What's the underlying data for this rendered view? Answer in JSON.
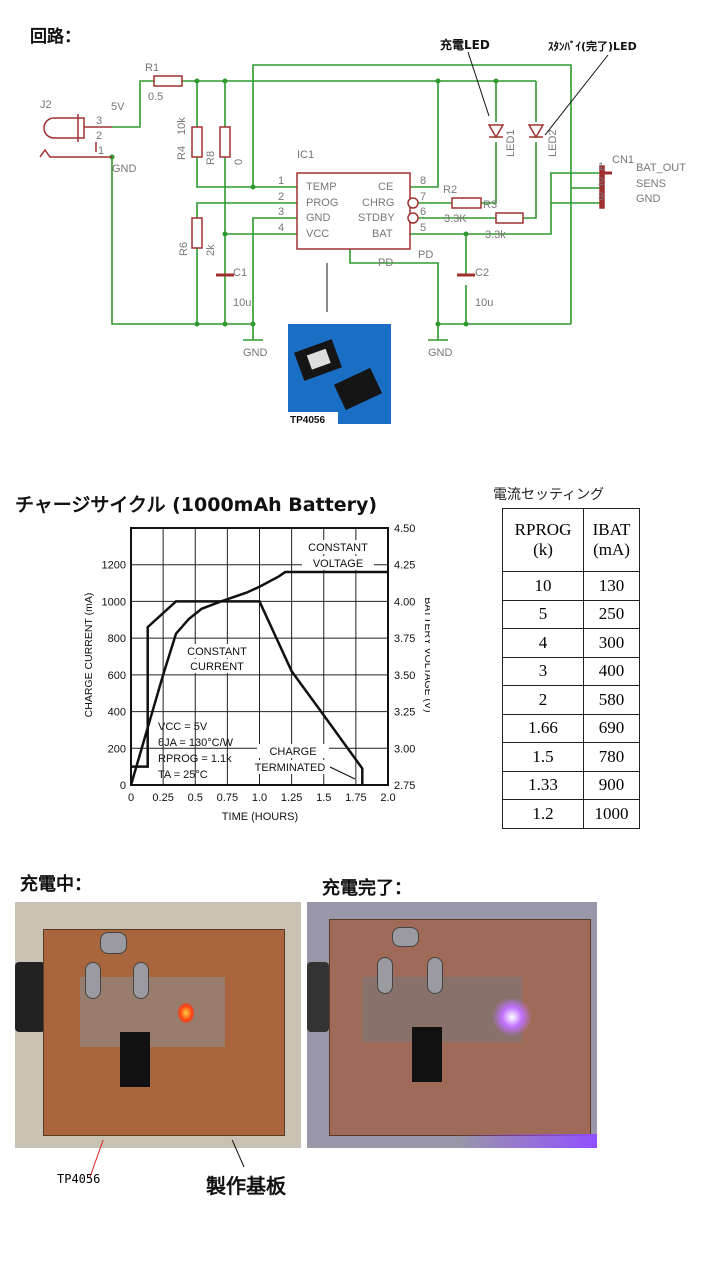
{
  "circuit": {
    "heading": "回路：",
    "labels": {
      "j2": "J2",
      "v5": "5V",
      "gnd": "GND",
      "r1": "R1",
      "r1_val": "0.5",
      "r4": "R4",
      "r4_val": "10k",
      "r8": "R8",
      "r8_val": "0",
      "r6": "R6",
      "r6_val": "2k",
      "ic1": "IC1",
      "c1": "C1",
      "c1_val": "10u",
      "c2": "C2",
      "c2_val": "10u",
      "r2": "R2",
      "r2_val": "3.3K",
      "r3": "R3",
      "r3_val": "3.3k",
      "led1": "LED1",
      "led2": "LED2",
      "cn1": "CN1",
      "bat_out": "BAT_OUT",
      "sens": "SENS",
      "cn_gnd": "GND",
      "pd": "PD",
      "pd_net": "PD",
      "pin_temp": "TEMP",
      "pin_prog": "PROG",
      "pin_gnd": "GND",
      "pin_vcc": "VCC",
      "pin_ce": "CE",
      "pin_chrg": "CHRG",
      "pin_stdby": "STDBY",
      "pin_bat": "BAT",
      "pins": [
        "1",
        "2",
        "3",
        "4",
        "8",
        "7",
        "6",
        "5"
      ],
      "j2_pins": [
        "3",
        "2",
        "1"
      ],
      "cn1_pins": [
        "1",
        "2",
        "3"
      ]
    },
    "charge_led_label": "充電LED",
    "standby_led_label": "ｽﾀﾝﾊﾞｲ(完了)LED",
    "chip_photo_label": "TP4056",
    "colors": {
      "wire": "#2e9a2e",
      "part": "#a03030",
      "chip_bg": "#1a6fc4"
    }
  },
  "chart_data": {
    "type": "line",
    "title": "チャージサイクル (1000mAh Battery)",
    "xlabel": "TIME (HOURS)",
    "ylabel": "CHARGE CURRENT (mA)",
    "y2label": "BATTERY VOLTAGE (V)",
    "xlim": [
      0,
      2.0
    ],
    "ylim": [
      0,
      1400
    ],
    "y2lim": [
      2.75,
      4.5
    ],
    "grid": true,
    "x_ticks": [
      "0",
      "0.25",
      "0.5",
      "0.75",
      "1.0",
      "1.25",
      "1.5",
      "1.75",
      "2.0"
    ],
    "y_ticks": [
      "0",
      "200",
      "400",
      "600",
      "800",
      "1000",
      "1200"
    ],
    "y2_ticks": [
      "2.75",
      "3.00",
      "3.25",
      "3.50",
      "3.75",
      "4.00",
      "4.25",
      "4.50"
    ],
    "series": [
      {
        "axis": "left",
        "x": [
          0,
          0.13,
          0.13,
          0.35,
          1.0,
          1.25,
          1.5,
          1.8,
          1.8
        ],
        "y": [
          100,
          100,
          860,
          1000,
          1000,
          620,
          380,
          90,
          0
        ]
      },
      {
        "axis": "right",
        "x": [
          0,
          0.1,
          0.25,
          0.35,
          0.45,
          0.55,
          0.7,
          0.9,
          1.0,
          1.15,
          1.2,
          2.0
        ],
        "y": [
          2.75,
          3.05,
          3.5,
          3.78,
          3.88,
          3.95,
          4.0,
          4.06,
          4.1,
          4.17,
          4.2,
          4.2
        ]
      }
    ],
    "annotations": {
      "cv1": "CONSTANT",
      "cv2": "VOLTAGE",
      "cc1": "CONSTANT",
      "cc2": "CURRENT",
      "ct1": "CHARGE",
      "ct2": "TERMINATED",
      "cond1": "VCC = 5V",
      "cond2": "θJA = 130°C/W",
      "cond3": "RPROG = 1.1k",
      "cond4": "TA = 25°C"
    }
  },
  "current_table": {
    "title": "電流セッティング",
    "headers": [
      [
        "RPROG",
        "(k)"
      ],
      [
        "IBAT",
        "(mA)"
      ]
    ],
    "rows": [
      [
        "10",
        "130"
      ],
      [
        "5",
        "250"
      ],
      [
        "4",
        "300"
      ],
      [
        "3",
        "400"
      ],
      [
        "2",
        "580"
      ],
      [
        "1.66",
        "690"
      ],
      [
        "1.5",
        "780"
      ],
      [
        "1.33",
        "900"
      ],
      [
        "1.2",
        "1000"
      ]
    ]
  },
  "photos": {
    "charging_label": "充電中：",
    "complete_label": "充電完了：",
    "chip_callout": "TP4056",
    "board_callout": "製作基板",
    "colors": {
      "charging_led": "#ff3a10",
      "standby_led": "#c070ff",
      "pcb": "#a8653e"
    }
  }
}
